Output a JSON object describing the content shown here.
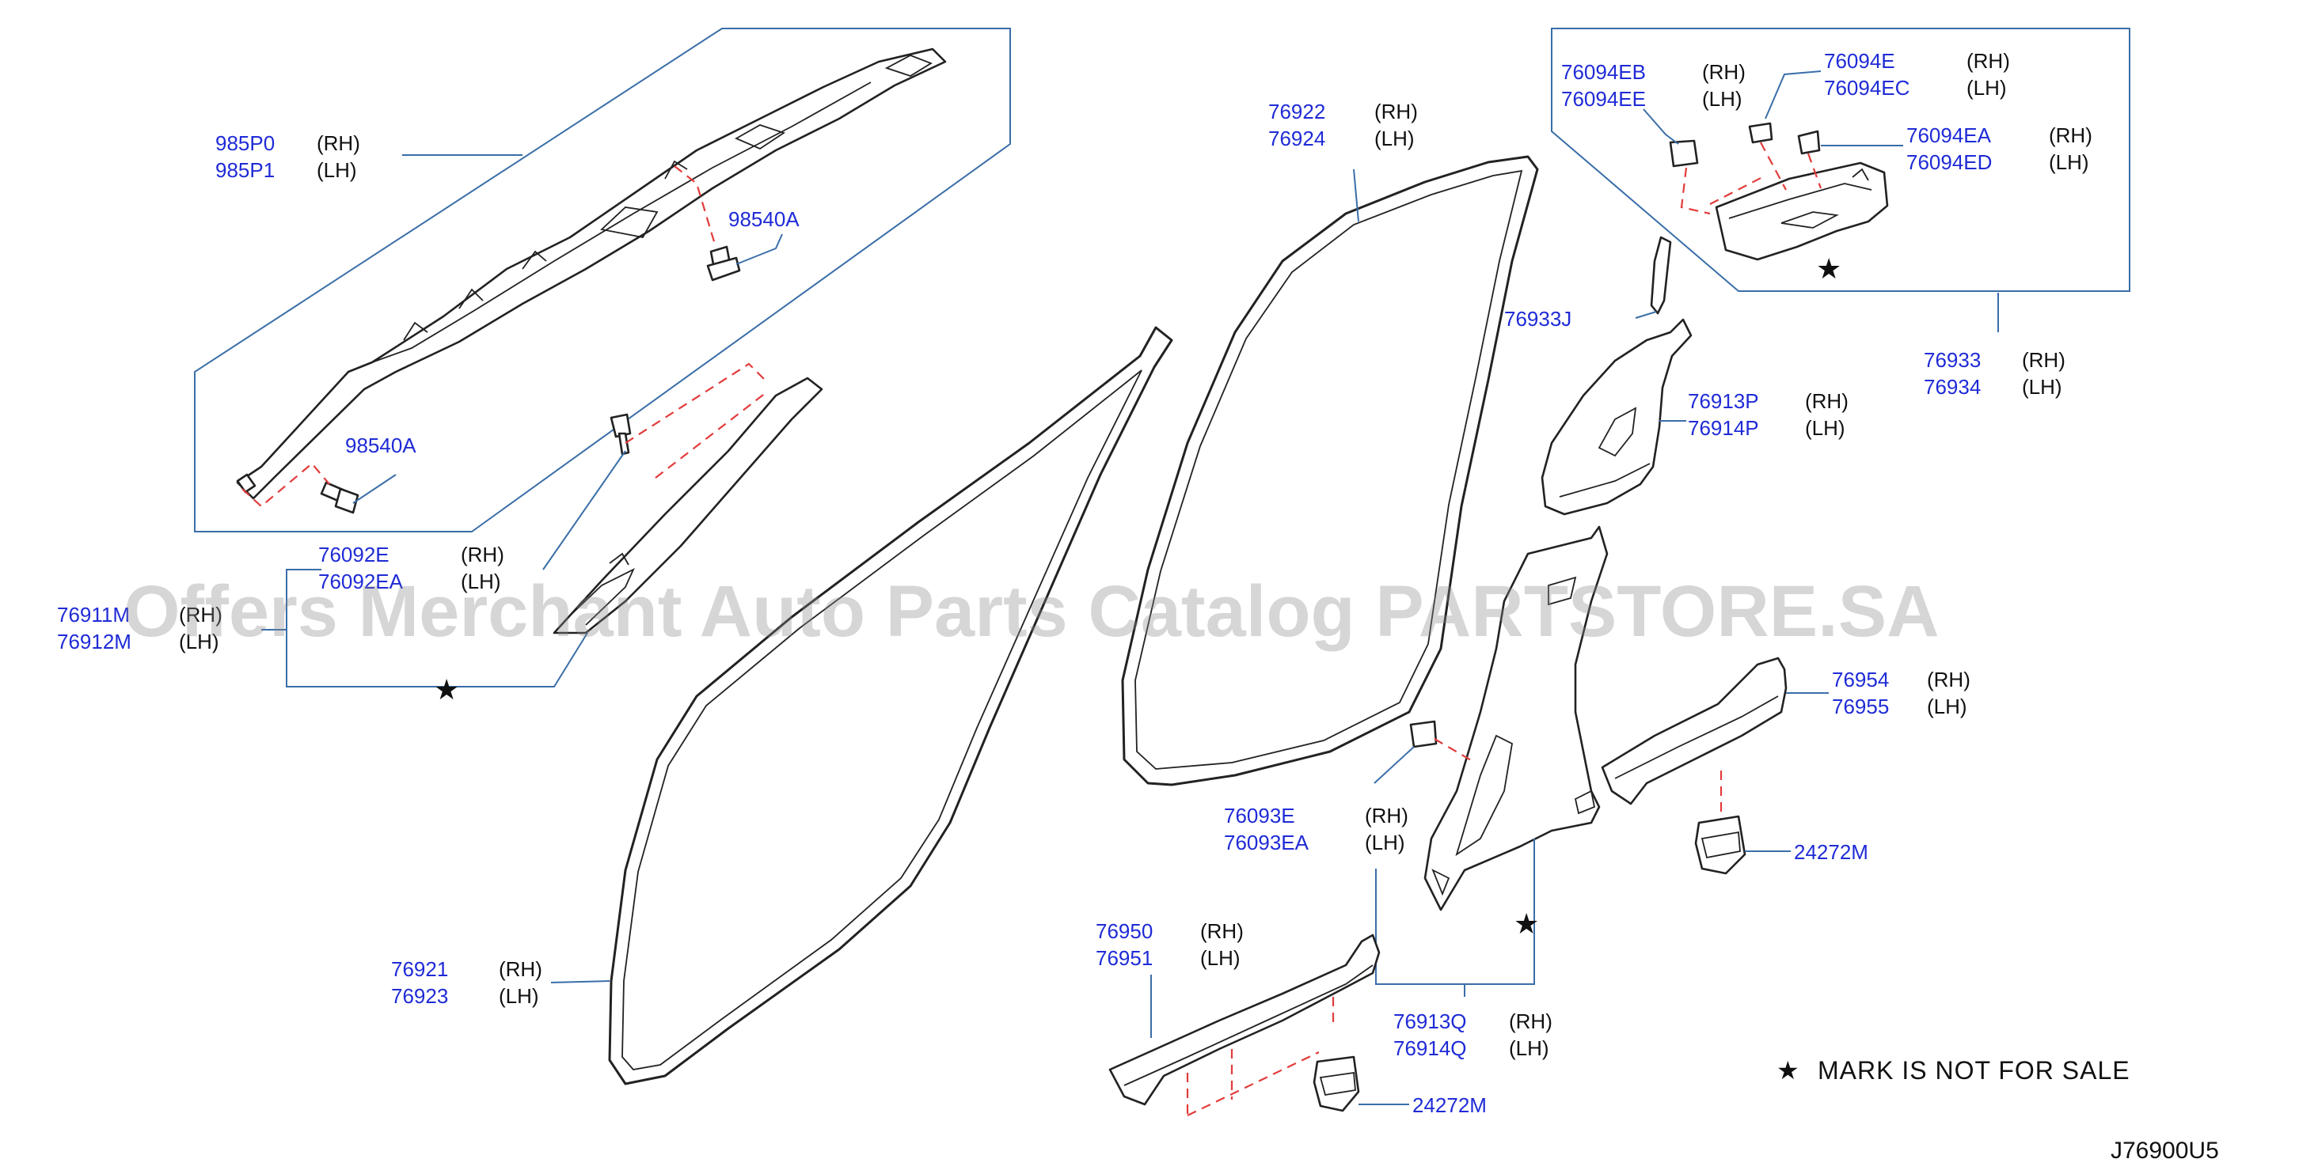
{
  "diagram_code": "J76900U5",
  "watermark": "Offers Merchant Auto Parts Catalog PARTSTORE.SA",
  "legend_note": {
    "star": "★",
    "text": "MARK  IS  NOT  FOR  SALE"
  },
  "parts": {
    "airbag": {
      "rh": "985P0",
      "lh": "985P1",
      "rh_side": "(RH)",
      "lh_side": "(LH)"
    },
    "bolt_upper": {
      "num": "98540A"
    },
    "bolt_lower": {
      "num": "98540A"
    },
    "clip_76092": {
      "rh": "76092E",
      "lh": "76092EA",
      "rh_side": "(RH)",
      "lh_side": "(LH)"
    },
    "garnish_front_pillar": {
      "rh": "76911M",
      "lh": "76912M",
      "rh_side": "(RH)",
      "lh_side": "(LH)"
    },
    "weatherstrip_front": {
      "rh": "76921",
      "lh": "76923",
      "rh_side": "(RH)",
      "lh_side": "(LH)"
    },
    "weatherstrip_rear": {
      "rh": "76922",
      "lh": "76924",
      "rh_side": "(RH)",
      "lh_side": "(LH)"
    },
    "seal_76933j": {
      "num": "76933J"
    },
    "clip_76094_b": {
      "rh": "76094EB",
      "lh": "76094EE",
      "rh_side": "(RH)",
      "lh_side": "(LH)"
    },
    "clip_76094_e": {
      "rh": "76094E",
      "lh": "76094EC",
      "rh_side": "(RH)",
      "lh_side": "(LH)"
    },
    "clip_76094_a": {
      "rh": "76094EA",
      "lh": "76094ED",
      "rh_side": "(RH)",
      "lh_side": "(LH)"
    },
    "garnish_rear_pillar": {
      "rh": "76933",
      "lh": "76934",
      "rh_side": "(RH)",
      "lh_side": "(LH)"
    },
    "garnish_center_upper": {
      "rh": "76913P",
      "lh": "76914P",
      "rh_side": "(RH)",
      "lh_side": "(LH)"
    },
    "clip_76093": {
      "rh": "76093E",
      "lh": "76093EA",
      "rh_side": "(RH)",
      "lh_side": "(LH)"
    },
    "garnish_center_lower": {
      "rh": "76913Q",
      "lh": "76914Q",
      "rh_side": "(RH)",
      "lh_side": "(LH)"
    },
    "kicking_plate_front": {
      "rh": "76950",
      "lh": "76951",
      "rh_side": "(RH)",
      "lh_side": "(LH)"
    },
    "kicking_plate_rear": {
      "rh": "76954",
      "lh": "76955",
      "rh_side": "(RH)",
      "lh_side": "(LH)"
    },
    "clip_24272m_front": {
      "num": "24272M"
    },
    "clip_24272m_rear": {
      "num": "24272M"
    }
  },
  "colors": {
    "part_number": "#1f2bd6",
    "leader_line": "#3a6ea8",
    "dashed_link": "#e23b3b",
    "text": "#111111"
  },
  "star_marks": {
    "glyph": "★"
  }
}
